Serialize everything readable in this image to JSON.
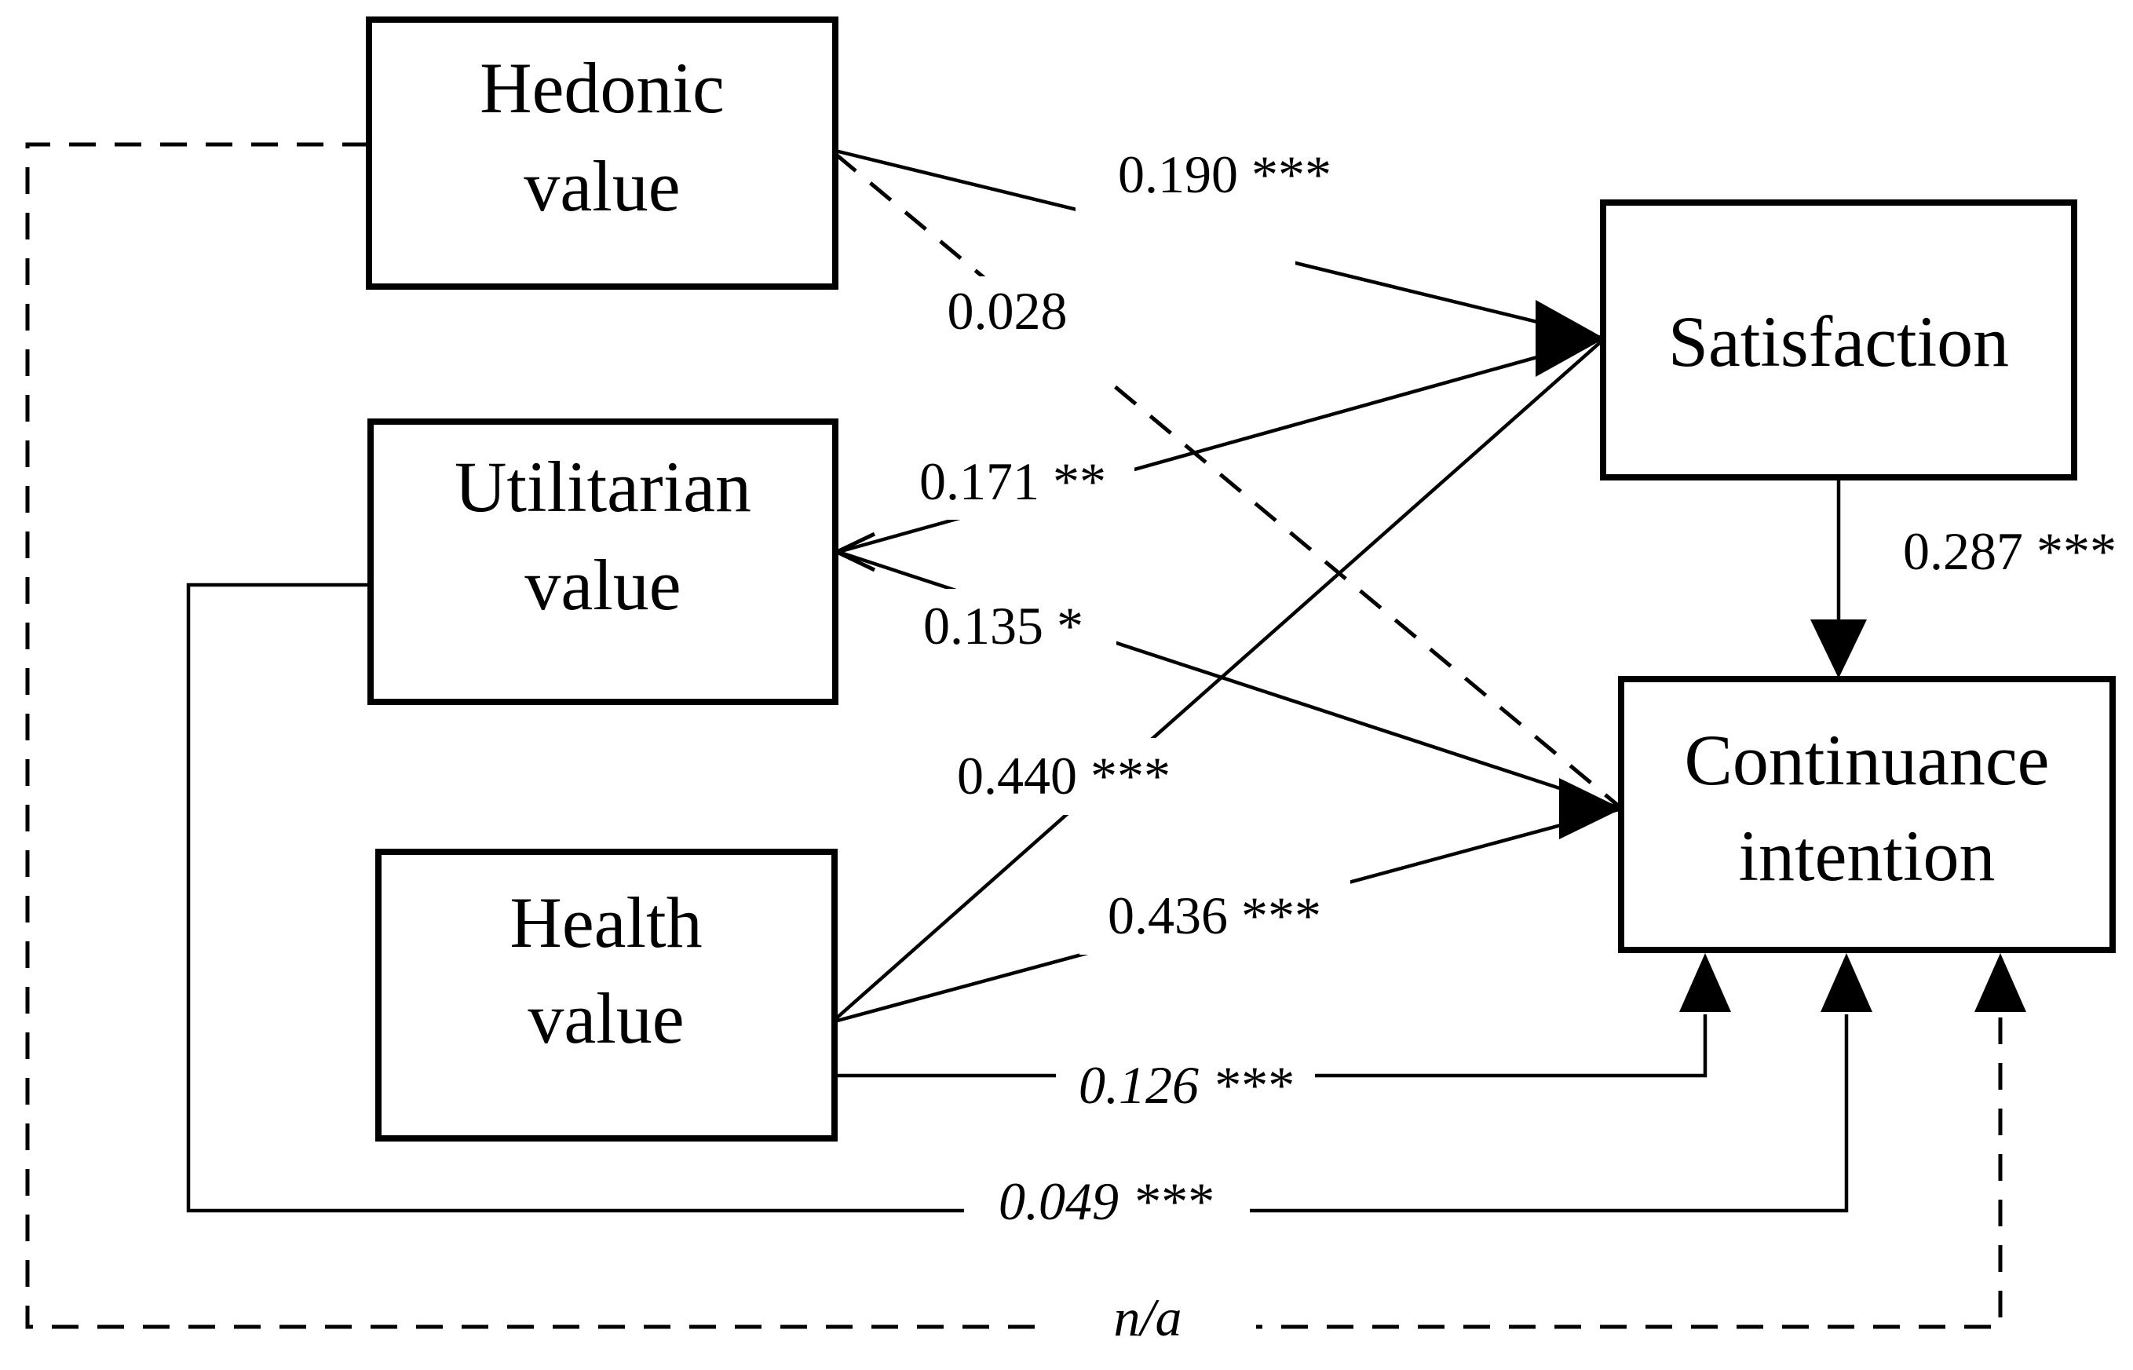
{
  "diagram": {
    "type": "structural-path-model",
    "colors": {
      "line": "#000000",
      "background": "#ffffff",
      "text": "#000000"
    },
    "nodes": {
      "hedonic": {
        "line1": "Hedonic",
        "line2": "value"
      },
      "utilitarian": {
        "line1": "Utilitarian",
        "line2": "value"
      },
      "health": {
        "line1": "Health",
        "line2": "value"
      },
      "satisfaction": {
        "label": "Satisfaction"
      },
      "continuance": {
        "line1": "Continuance",
        "line2": "intention"
      }
    },
    "paths": [
      {
        "id": "hedonic-to-satisfaction",
        "from": "Hedonic value",
        "to": "Satisfaction",
        "label": "0.190 ***",
        "line": "solid"
      },
      {
        "id": "hedonic-to-continuance",
        "from": "Hedonic value",
        "to": "Continuance intention",
        "label": "0.028",
        "line": "dashed"
      },
      {
        "id": "utilitarian-to-satisfaction",
        "from": "Utilitarian value",
        "to": "Satisfaction",
        "label": "0.171 **",
        "line": "solid"
      },
      {
        "id": "utilitarian-to-continuance",
        "from": "Utilitarian value",
        "to": "Continuance intention",
        "label": "0.135 *",
        "line": "solid"
      },
      {
        "id": "health-to-satisfaction",
        "from": "Health value",
        "to": "Satisfaction",
        "label": "0.440 ***",
        "line": "solid"
      },
      {
        "id": "health-to-continuance",
        "from": "Health value",
        "to": "Continuance intention",
        "label": "0.436 ***",
        "line": "solid"
      },
      {
        "id": "satisfaction-to-continuance",
        "from": "Satisfaction",
        "to": "Continuance intention",
        "label": "0.287 ***",
        "line": "solid"
      },
      {
        "id": "health-elbow-to-continuance",
        "from": "Health value",
        "to": "Continuance intention",
        "label": "0.126 ***",
        "line": "solid-elbow",
        "italic": true
      },
      {
        "id": "utilitarian-elbow-to-continuance",
        "from": "Utilitarian value",
        "to": "Continuance intention",
        "label": "0.049 ***",
        "line": "solid-elbow",
        "italic": true
      },
      {
        "id": "hedonic-elbow-to-continuance",
        "from": "Hedonic value",
        "to": "Continuance intention",
        "label": "n/a",
        "line": "dashed-elbow",
        "italic": true
      }
    ]
  }
}
